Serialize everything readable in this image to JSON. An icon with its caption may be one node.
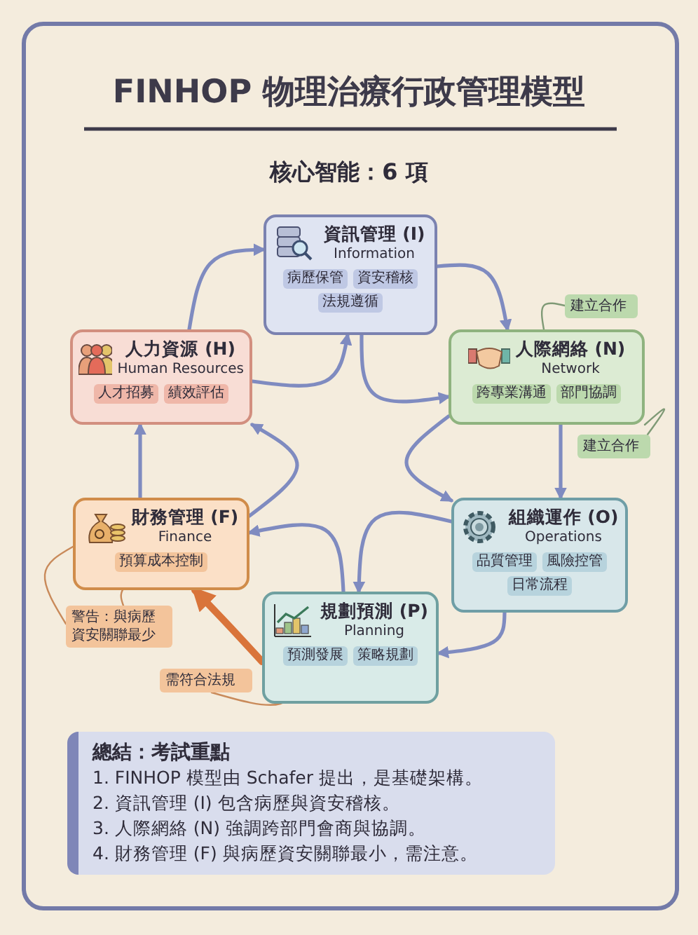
{
  "diagram": {
    "title": "FINHOP 物理治療行政管理模型",
    "nodes": [
      {
        "text": [
          "資訊管理 (I)",
          "Information"
        ]
      },
      {
        "text": [
          "病歷保管"
        ],
        "in": 0
      },
      {
        "text": [
          "資安稽核"
        ],
        "in": 0
      },
      {
        "text": [
          "法規遵循"
        ],
        "in": 0
      },
      {
        "text": [
          "人力資源 (H)",
          "Human Resources"
        ]
      },
      {
        "text": [
          "人才招募"
        ],
        "in": 4
      },
      {
        "text": [
          "績效評估"
        ],
        "in": 4
      },
      {
        "text": [
          "人際網絡 (N)",
          "Network"
        ]
      },
      {
        "text": [
          "跨專業溝通"
        ],
        "in": 7
      },
      {
        "text": [
          "部門協調"
        ],
        "in": 7
      },
      {
        "text": [
          "建立合作"
        ]
      },
      {
        "text": [
          "建立合作"
        ]
      },
      {
        "text": [
          "財務管理 (F)",
          "Finance"
        ]
      },
      {
        "text": [
          "預算成本控制"
        ],
        "in": 12
      },
      {
        "text": [
          "警告：與病歷資安關聯最少"
        ]
      },
      {
        "text": [
          "組織運作 (O)",
          "Operations"
        ]
      },
      {
        "text": [
          "品質管理"
        ],
        "in": 15
      },
      {
        "text": [
          "風險控管"
        ],
        "in": 15
      },
      {
        "text": [
          "日常流程"
        ],
        "in": 15
      },
      {
        "text": [
          "規劃預測 (P)",
          "Planning"
        ]
      },
      {
        "text": [
          "預測發展"
        ],
        "in": 19
      },
      {
        "text": [
          "策略規劃"
        ],
        "in": 19
      },
      {
        "text": [
          "需符合法規"
        ]
      },
      {
        "text": [
          "總結：考試重點",
          "1. FINHOP 模型由 Schafer 提出，是基礎架構。",
          "2. 資訊管理 (I) 包含病歷與資安稽核。",
          "3. 人際網絡 (N) 強調跨部門會商與協調。",
          "4. 財務管理 (F) 與病歷資安關聯最小，需注意。"
        ]
      }
    ],
    "edges": [
      {
        "from": 4,
        "to": 0,
        "arrow": "to"
      },
      {
        "from": 4,
        "to": 0,
        "arrow": "to"
      },
      {
        "from": 0,
        "to": 7,
        "arrow": "to"
      },
      {
        "from": 0,
        "to": 7,
        "arrow": "to"
      },
      {
        "from": 7,
        "to": 15,
        "arrow": "to"
      },
      {
        "from": 7,
        "to": 15,
        "arrow": "to"
      },
      {
        "from": 15,
        "to": 19,
        "arrow": "to"
      },
      {
        "from": 15,
        "to": 19,
        "arrow": "to"
      },
      {
        "from": 19,
        "to": 12,
        "arrow": "to"
      },
      {
        "from": 12,
        "to": 4,
        "arrow": "to"
      },
      {
        "from": 12,
        "to": 4,
        "arrow": "to"
      },
      {
        "from": 19,
        "to": 12,
        "arrow": "to",
        "style": "thick",
        "color": "#d9743a"
      },
      {
        "from": 10,
        "to": 7,
        "arrow": "none",
        "color": "#7f9a76"
      },
      {
        "from": 11,
        "to": 7,
        "arrow": "none",
        "color": "#7f9a76"
      },
      {
        "from": 14,
        "to": 12,
        "arrow": "none",
        "color": "#c98a5a"
      },
      {
        "from": 14,
        "to": 13,
        "arrow": "none",
        "color": "#c98a5a"
      },
      {
        "from": 22,
        "to": 20,
        "arrow": "none",
        "color": "#c98a5a"
      }
    ],
    "labels": [
      "核心智能：6 項"
    ]
  }
}
